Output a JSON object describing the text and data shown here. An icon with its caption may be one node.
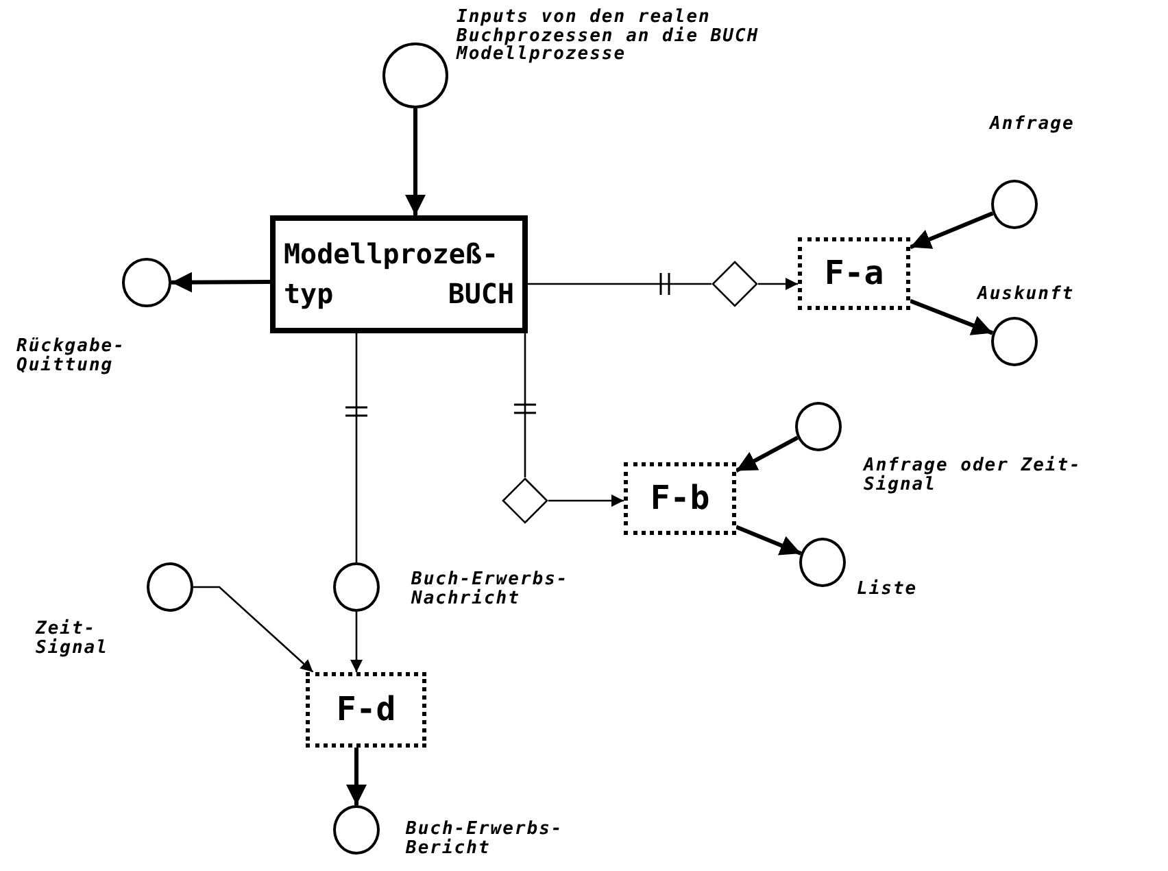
{
  "diagram": {
    "nodes": [
      {
        "text": [],
        "shape": "circle",
        "beside": [
          "Inputs von den realen Buchprozessen an die BUCH Modellprozesse"
        ]
      },
      {
        "text": [
          "Modellprozeß- typ BUCH"
        ]
      },
      {
        "text": [],
        "shape": "circle",
        "beside": [
          "Rückgabe- Quittung"
        ]
      },
      {
        "text": [],
        "shape": "diamond"
      },
      {
        "text": [
          "F-a"
        ]
      },
      {
        "text": [],
        "shape": "circle",
        "beside": [
          "Anfrage"
        ]
      },
      {
        "text": [],
        "shape": "circle",
        "beside": [
          "Auskunft"
        ]
      },
      {
        "text": [],
        "shape": "diamond"
      },
      {
        "text": [
          "F-b"
        ]
      },
      {
        "text": [],
        "shape": "circle",
        "beside": [
          "Anfrage oder Zeit-Signal"
        ]
      },
      {
        "text": [],
        "shape": "circle",
        "beside": [
          "Liste"
        ]
      },
      {
        "text": [],
        "shape": "circle",
        "beside": [
          "Zeit- Signal"
        ]
      },
      {
        "text": [],
        "shape": "circle",
        "beside": [
          "Buch-Erwerbs- Nachricht"
        ]
      },
      {
        "text": [
          "F-d"
        ]
      },
      {
        "text": [],
        "shape": "circle",
        "beside": [
          "Buch-Erwerbs- Bericht"
        ]
      }
    ],
    "edges": [
      {
        "from": 0,
        "to": 1,
        "arrow": "to",
        "style": "thick"
      },
      {
        "from": 1,
        "to": 2,
        "arrow": "to",
        "style": "thick"
      },
      {
        "from": 1,
        "to": 3,
        "arrow": "none"
      },
      {
        "from": 3,
        "to": 4,
        "arrow": "to"
      },
      {
        "from": 5,
        "to": 4,
        "arrow": "to",
        "style": "thick"
      },
      {
        "from": 4,
        "to": 6,
        "arrow": "to",
        "style": "thick"
      },
      {
        "from": 1,
        "to": 7,
        "arrow": "none"
      },
      {
        "from": 7,
        "to": 8,
        "arrow": "to"
      },
      {
        "from": 9,
        "to": 8,
        "arrow": "to",
        "style": "thick"
      },
      {
        "from": 8,
        "to": 10,
        "arrow": "to",
        "style": "thick"
      },
      {
        "from": 1,
        "to": 12,
        "arrow": "none"
      },
      {
        "from": 12,
        "to": 13,
        "arrow": "to"
      },
      {
        "from": 11,
        "to": 13,
        "arrow": "to"
      },
      {
        "from": 13,
        "to": 14,
        "arrow": "to",
        "style": "thick"
      }
    ]
  }
}
